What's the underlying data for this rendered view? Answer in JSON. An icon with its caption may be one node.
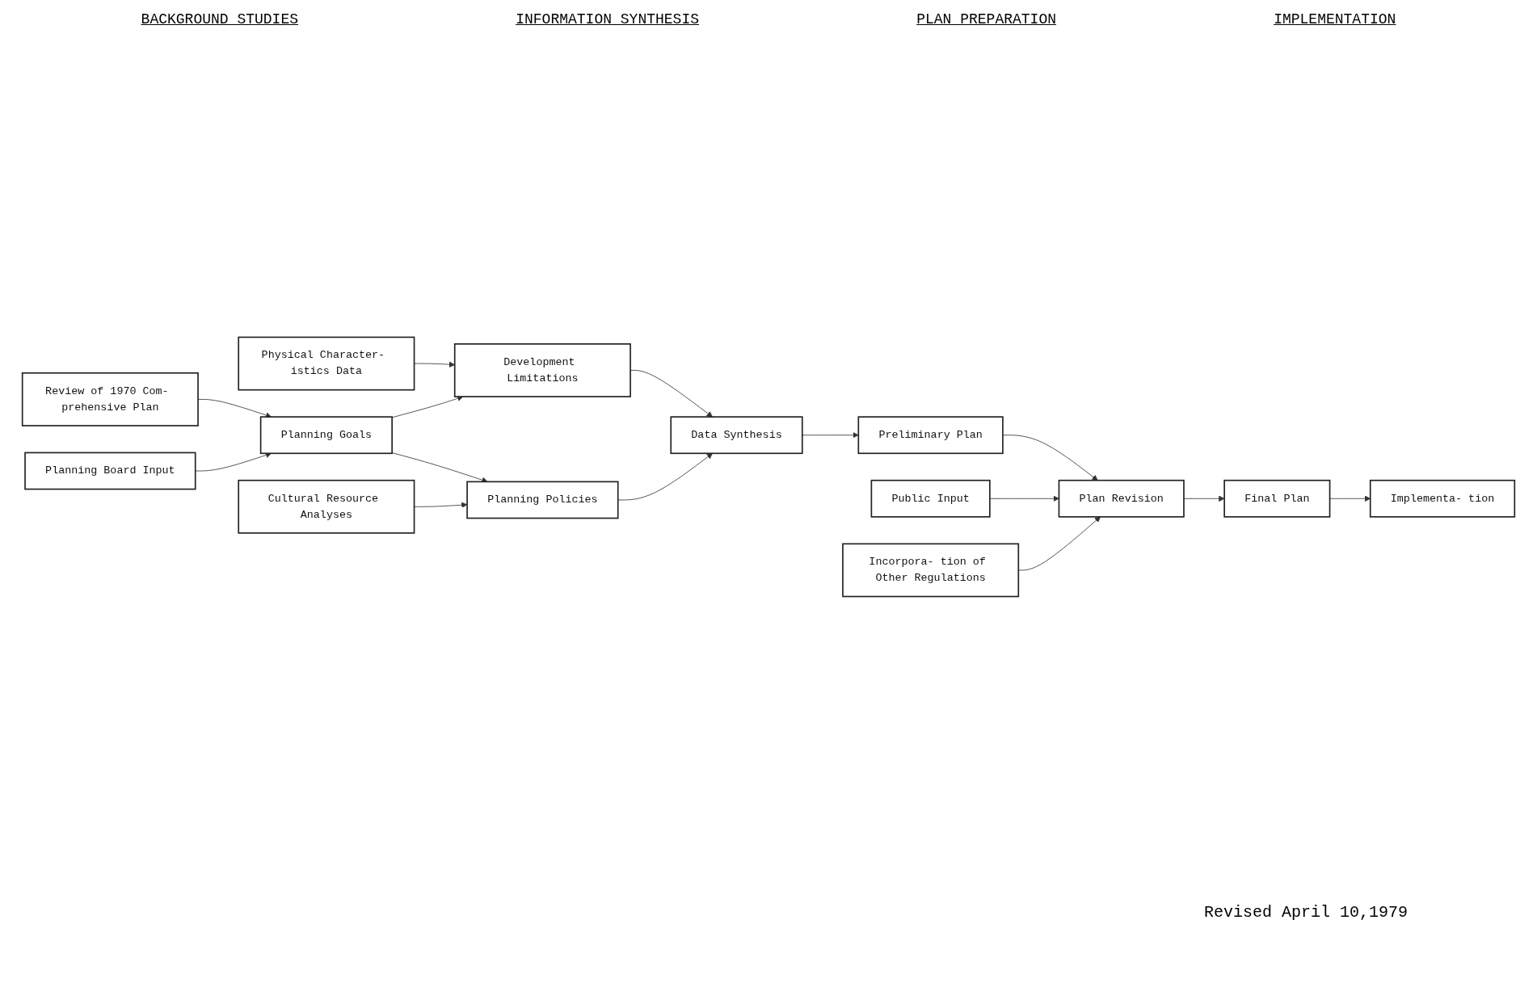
{
  "diagram": {
    "nodes": [
      {
        "text": [
          "Physical Character- istics Data"
        ]
      },
      {
        "text": [
          "Review of 1970 Com- prehensive Plan"
        ]
      },
      {
        "text": [
          "Planning Board Input"
        ]
      },
      {
        "text": [
          "Cultural Resource Analyses"
        ]
      },
      {
        "text": [
          "Planning Goals"
        ]
      },
      {
        "text": [
          "Development Limitations"
        ]
      },
      {
        "text": [
          "Data Synthesis"
        ]
      },
      {
        "text": [
          "Planning Policies"
        ]
      },
      {
        "text": [
          "Preliminary Plan"
        ]
      },
      {
        "text": [
          "Public Input"
        ]
      },
      {
        "text": [
          "Plan Revision"
        ]
      },
      {
        "text": [
          "Incorpora- tion of Other Regulations"
        ]
      },
      {
        "text": [
          "Final Plan"
        ]
      },
      {
        "text": [
          "Implementa- tion"
        ]
      }
    ],
    "edges": [
      {
        "from": 0,
        "to": 5,
        "arrow": "to"
      },
      {
        "from": 1,
        "to": 4,
        "arrow": "to"
      },
      {
        "from": 2,
        "to": 4,
        "arrow": "to"
      },
      {
        "from": 4,
        "to": 5,
        "arrow": "to"
      },
      {
        "from": 4,
        "to": 7,
        "arrow": "to"
      },
      {
        "from": 3,
        "to": 7,
        "arrow": "to"
      },
      {
        "from": 5,
        "to": 6,
        "arrow": "to"
      },
      {
        "from": 7,
        "to": 6,
        "arrow": "to"
      },
      {
        "from": 6,
        "to": 8,
        "arrow": "to"
      },
      {
        "from": 8,
        "to": 10,
        "arrow": "to"
      },
      {
        "from": 9,
        "to": 10,
        "arrow": "to"
      },
      {
        "from": 11,
        "to": 10,
        "arrow": "to"
      },
      {
        "from": 10,
        "to": 12,
        "arrow": "to"
      },
      {
        "from": 12,
        "to": 13,
        "arrow": "to"
      }
    ],
    "labels": [
      "BACKGROUND STUDIES",
      "INFORMATION SYNTHESIS",
      "PLAN PREPARATION",
      "IMPLEMENTATION",
      "Revised April 10,1979"
    ]
  }
}
